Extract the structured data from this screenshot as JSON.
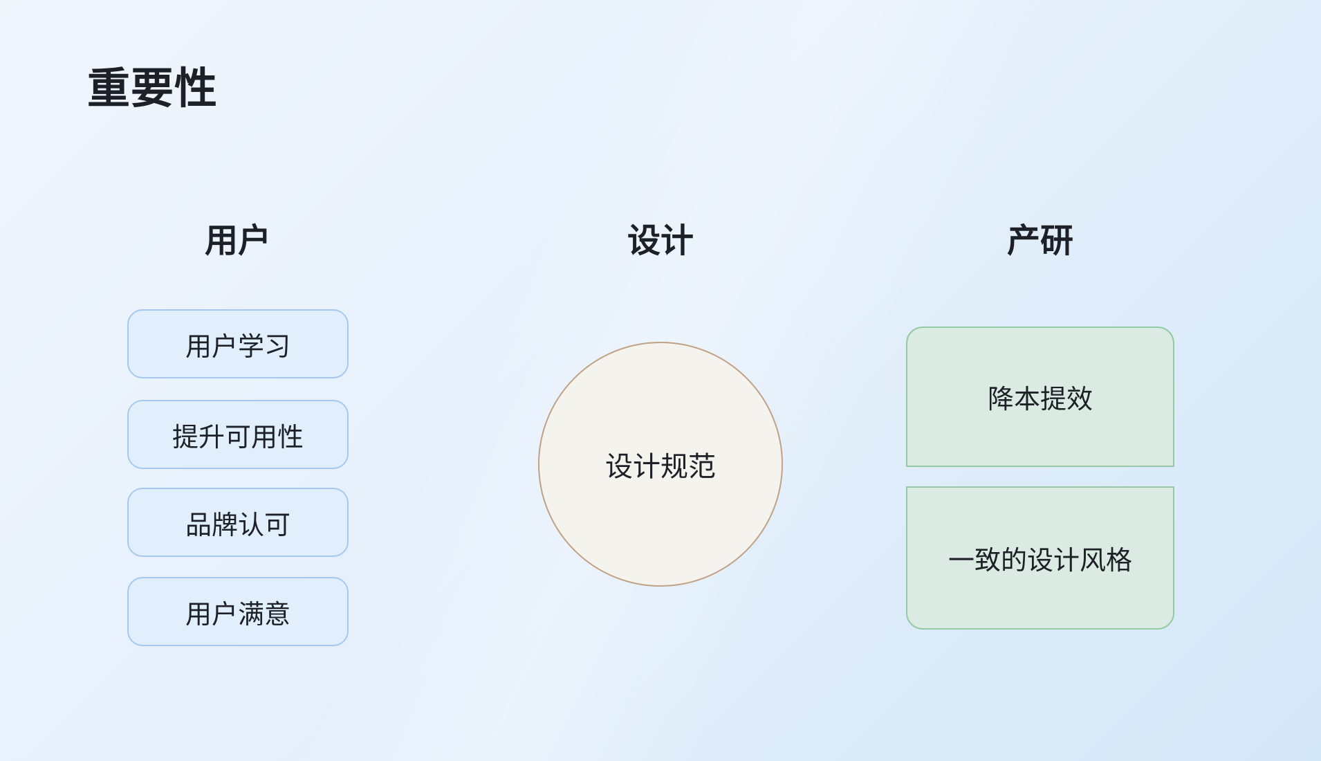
{
  "page": {
    "title": "重要性"
  },
  "columns": [
    {
      "id": "users",
      "header": "用户",
      "items": [
        "用户学习",
        "提升可用性",
        "品牌认可",
        "用户满意"
      ]
    },
    {
      "id": "design",
      "header": "设计",
      "circle_label": "设计规范"
    },
    {
      "id": "product",
      "header": "产研",
      "items": [
        "降本提效",
        "一致的设计风格"
      ]
    }
  ],
  "colors": {
    "background_start": "#f1f6fd",
    "background_mid": "#e6f0fb",
    "background_end": "#d5e8f8",
    "user_box_fill": "#e1effc",
    "user_box_border": "#a5c9ee",
    "product_box_fill": "#dbeae2",
    "product_box_border": "#95c9a4",
    "circle_fill": "#f5f3ee",
    "circle_border": "#bfa285",
    "text": "#1d2127"
  }
}
